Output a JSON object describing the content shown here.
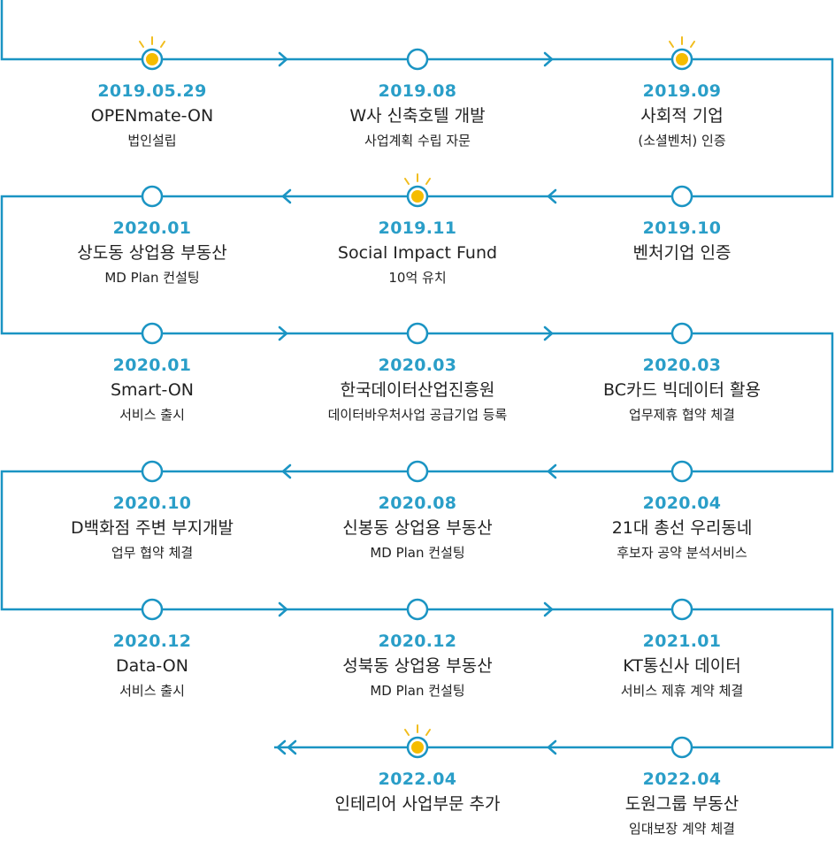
{
  "colors": {
    "line": "#1a94c3",
    "date": "#2a9ec8",
    "highlight_fill": "#f5bc00",
    "ray": "#f1bd1d",
    "text": "#222222"
  },
  "icons": {
    "milestone": "circle-node-icon",
    "highlight": "sunburst-node-icon",
    "direction": "chevron-arrow-icon",
    "end": "double-chevron-icon"
  },
  "events": [
    {
      "date": "2019.05.29",
      "line1": "OPENmate-ON",
      "line2": "법인설립",
      "highlight": true
    },
    {
      "date": "2019.08",
      "line1": "W사 신축호텔 개발",
      "line2": "사업계획 수립 자문",
      "highlight": false
    },
    {
      "date": "2019.09",
      "line1": "사회적 기업",
      "line2": "(소셜벤처) 인증",
      "highlight": true
    },
    {
      "date": "2019.10",
      "line1": "벤처기업 인증",
      "line2": "",
      "highlight": false
    },
    {
      "date": "2019.11",
      "line1": "Social Impact Fund",
      "line2": "10억 유치",
      "highlight": true
    },
    {
      "date": "2020.01",
      "line1": "상도동 상업용 부동산",
      "line2": "MD Plan 컨설팅",
      "highlight": false
    },
    {
      "date": "2020.01",
      "line1": "Smart-ON",
      "line2": "서비스 출시",
      "highlight": false
    },
    {
      "date": "2020.03",
      "line1": "한국데이터산업진흥원",
      "line2": "데이터바우처사업 공급기업 등록",
      "highlight": false
    },
    {
      "date": "2020.03",
      "line1": "BC카드 빅데이터 활용",
      "line2": "업무제휴 협약 체결",
      "highlight": false
    },
    {
      "date": "2020.04",
      "line1": "21대 총선 우리동네",
      "line2": "후보자 공약 분석서비스",
      "highlight": false
    },
    {
      "date": "2020.08",
      "line1": "신봉동 상업용 부동산",
      "line2": "MD Plan 컨설팅",
      "highlight": false
    },
    {
      "date": "2020.10",
      "line1": "D백화점 주변 부지개발",
      "line2": "업무 협약 체결",
      "highlight": false
    },
    {
      "date": "2020.12",
      "line1": "Data-ON",
      "line2": "서비스 출시",
      "highlight": false
    },
    {
      "date": "2020.12",
      "line1": "성북동 상업용 부동산",
      "line2": "MD Plan 컨설팅",
      "highlight": false
    },
    {
      "date": "2021.01",
      "line1": "KT통신사 데이터",
      "line2": "서비스 제휴 계약 체결",
      "highlight": false
    },
    {
      "date": "2022.04",
      "line1": "도원그룹 부동산",
      "line2": "임대보장 계약 체결",
      "highlight": false
    },
    {
      "date": "2022.04",
      "line1": "인테리어 사업부문 추가",
      "line2": "",
      "highlight": true
    }
  ]
}
